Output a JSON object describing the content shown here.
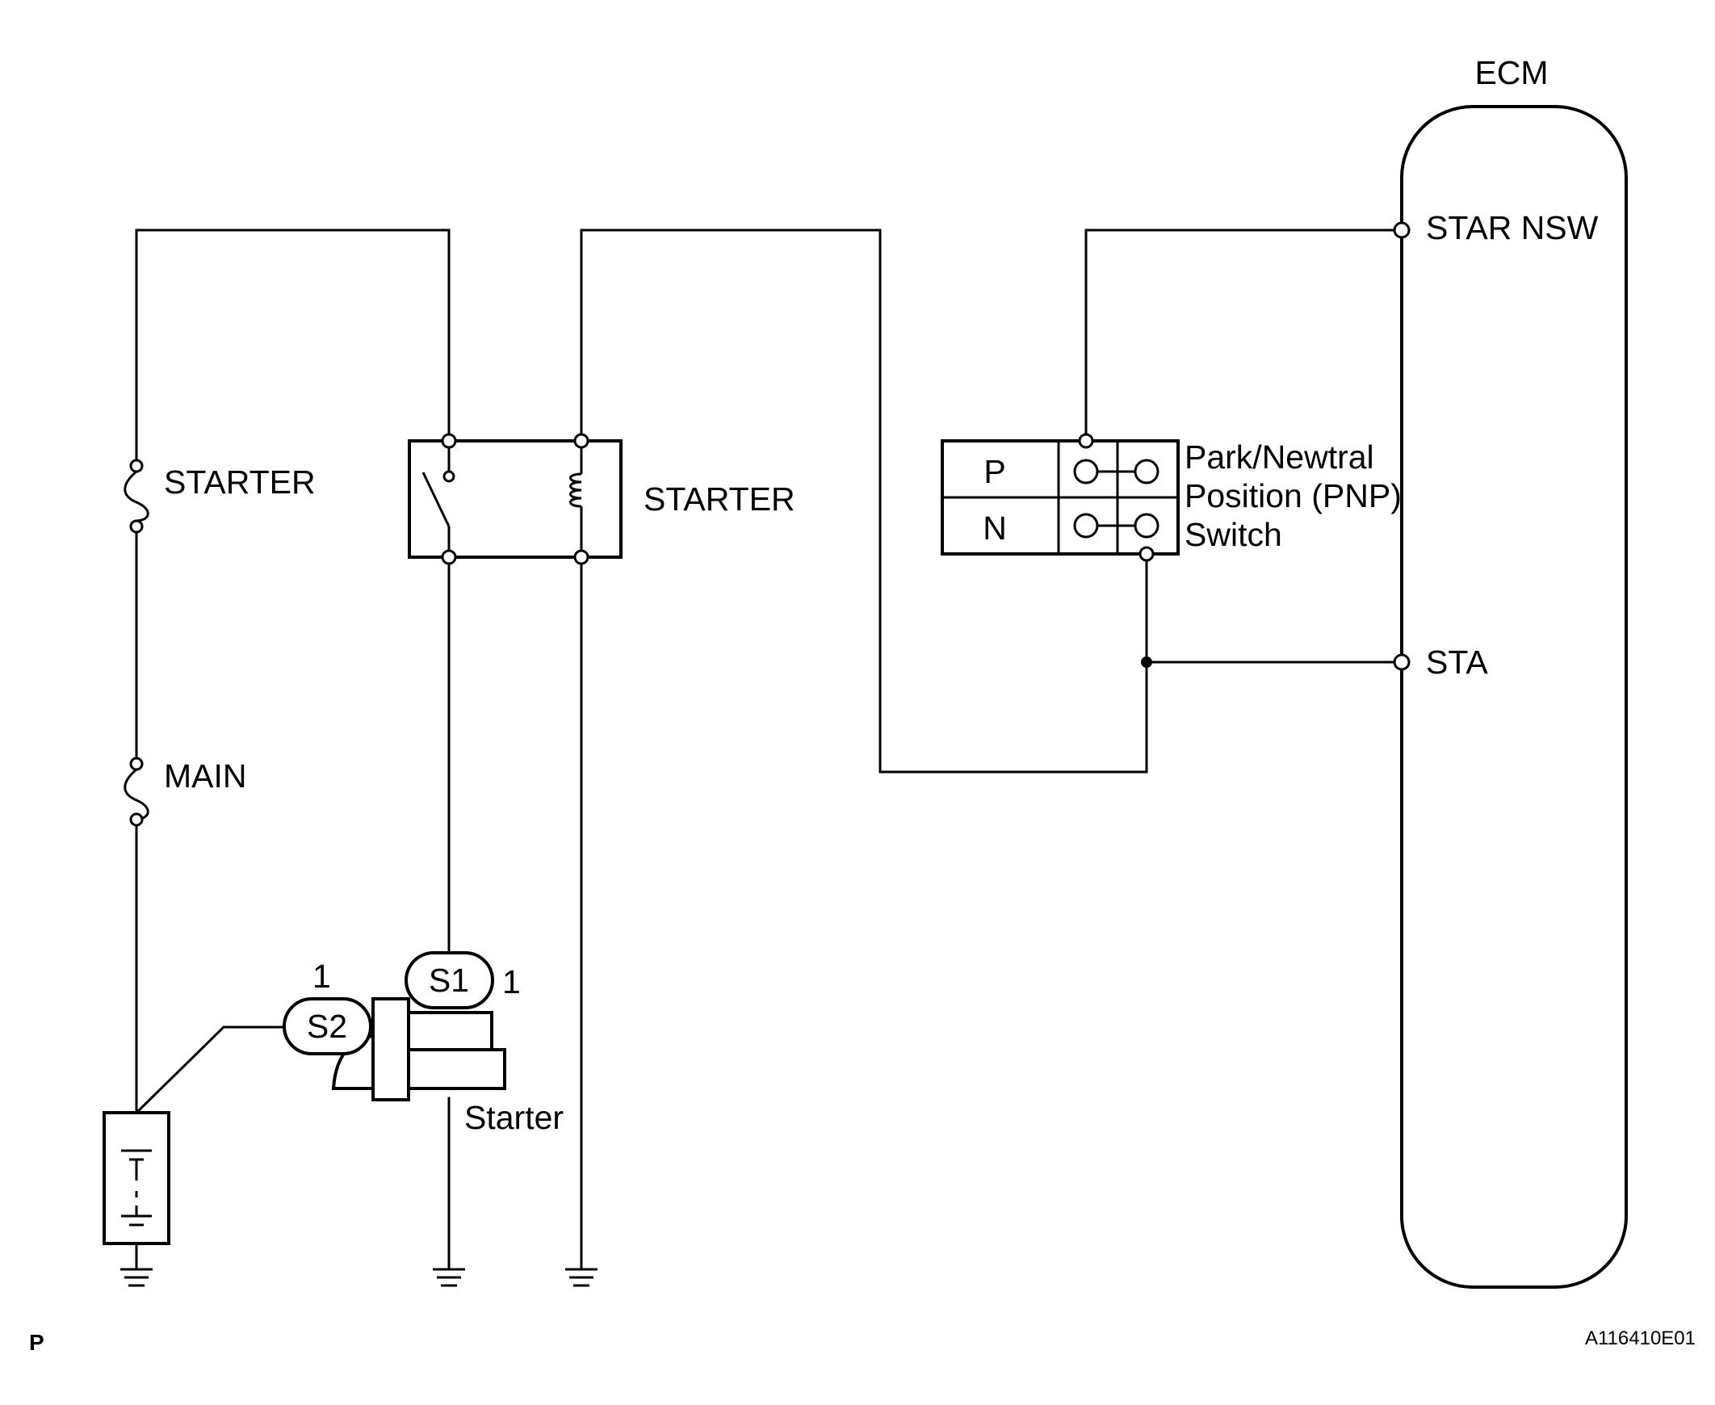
{
  "ecm": {
    "title": "ECM",
    "terminals": {
      "star_nsw": "STAR NSW",
      "sta": "STA"
    }
  },
  "fuses": {
    "starter": "STARTER",
    "main": "MAIN"
  },
  "relay": {
    "label": "STARTER"
  },
  "pnp_switch": {
    "positions": [
      "P",
      "N"
    ],
    "label_lines": [
      "Park/Newtral",
      "Position (PNP)",
      "Switch"
    ]
  },
  "starter_motor": {
    "label": "Starter",
    "connectors": {
      "s1": "S1",
      "s2": "S2"
    },
    "pins": {
      "s1": "1",
      "s2": "1"
    }
  },
  "footer": {
    "page_mark": "P",
    "figure_id": "A116410E01"
  }
}
